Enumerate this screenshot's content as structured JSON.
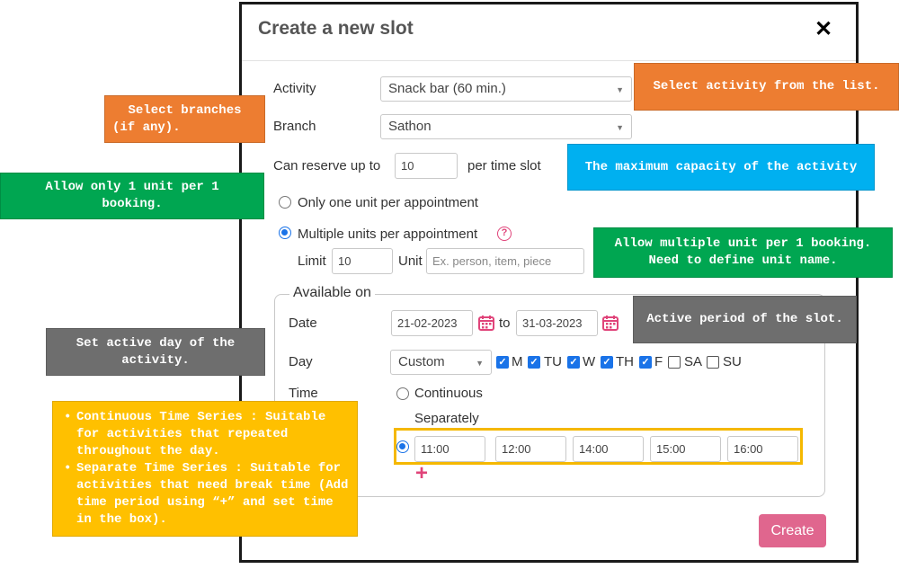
{
  "dialog": {
    "title": "Create a new slot",
    "close_symbol": "✕",
    "activity": {
      "label": "Activity",
      "value": "Snack bar (60 min.)"
    },
    "branch": {
      "label": "Branch",
      "value": "Sathon"
    },
    "reserve": {
      "prefix": "Can reserve up to",
      "value": "10",
      "suffix": "per time slot"
    },
    "unit_mode": {
      "option_single": "Only one unit per appointment",
      "option_multiple": "Multiple units per appointment",
      "selected": "multiple",
      "help_symbol": "?",
      "limit_label": "Limit",
      "limit_value": "10",
      "unit_label": "Unit",
      "unit_placeholder": "Ex. person, item, piece"
    },
    "available": {
      "legend": "Available on",
      "date_label": "Date",
      "date_from": "21-02-2023",
      "date_to_label": "to",
      "date_to": "31-03-2023",
      "day_label": "Day",
      "day_mode": "Custom",
      "days": [
        {
          "label": "M",
          "checked": true
        },
        {
          "label": "TU",
          "checked": true
        },
        {
          "label": "W",
          "checked": true
        },
        {
          "label": "TH",
          "checked": true
        },
        {
          "label": "F",
          "checked": true
        },
        {
          "label": "SA",
          "checked": false
        },
        {
          "label": "SU",
          "checked": false
        }
      ],
      "time_label": "Time",
      "time_continuous": "Continuous",
      "time_separately": "Separately",
      "times": [
        "11:00",
        "12:00",
        "14:00",
        "15:00",
        "16:00"
      ],
      "add_symbol": "+"
    },
    "create_label": "Create"
  },
  "callouts": {
    "select_activity": "Select activity from the list.",
    "select_branches_1": "Select branches",
    "select_branches_2": "(if any).",
    "max_capacity": "The maximum capacity of the activity",
    "allow_one_1": "Allow only 1 unit per 1",
    "allow_one_2": "booking.",
    "allow_multi_1": "Allow multiple unit per 1 booking.",
    "allow_multi_2": "Need to define unit name.",
    "active_period": "Active period of the slot.",
    "active_day_1": "Set active day of the",
    "active_day_2": "activity.",
    "time_series": [
      "Continuous Time Series : Suitable for activities that repeated throughout the day.",
      "Separate Time Series : Suitable for activities that need break time (Add time period using “+” and set time in the box)."
    ]
  },
  "colors": {
    "orange": "#ed7d31",
    "blue": "#00b0f0",
    "green": "#00a651",
    "gray": "#6e6e6e",
    "yellow": "#ffc000",
    "accent_pink": "#e0447a",
    "create_button": "#e0668e",
    "checkbox_blue": "#1a73e8"
  }
}
